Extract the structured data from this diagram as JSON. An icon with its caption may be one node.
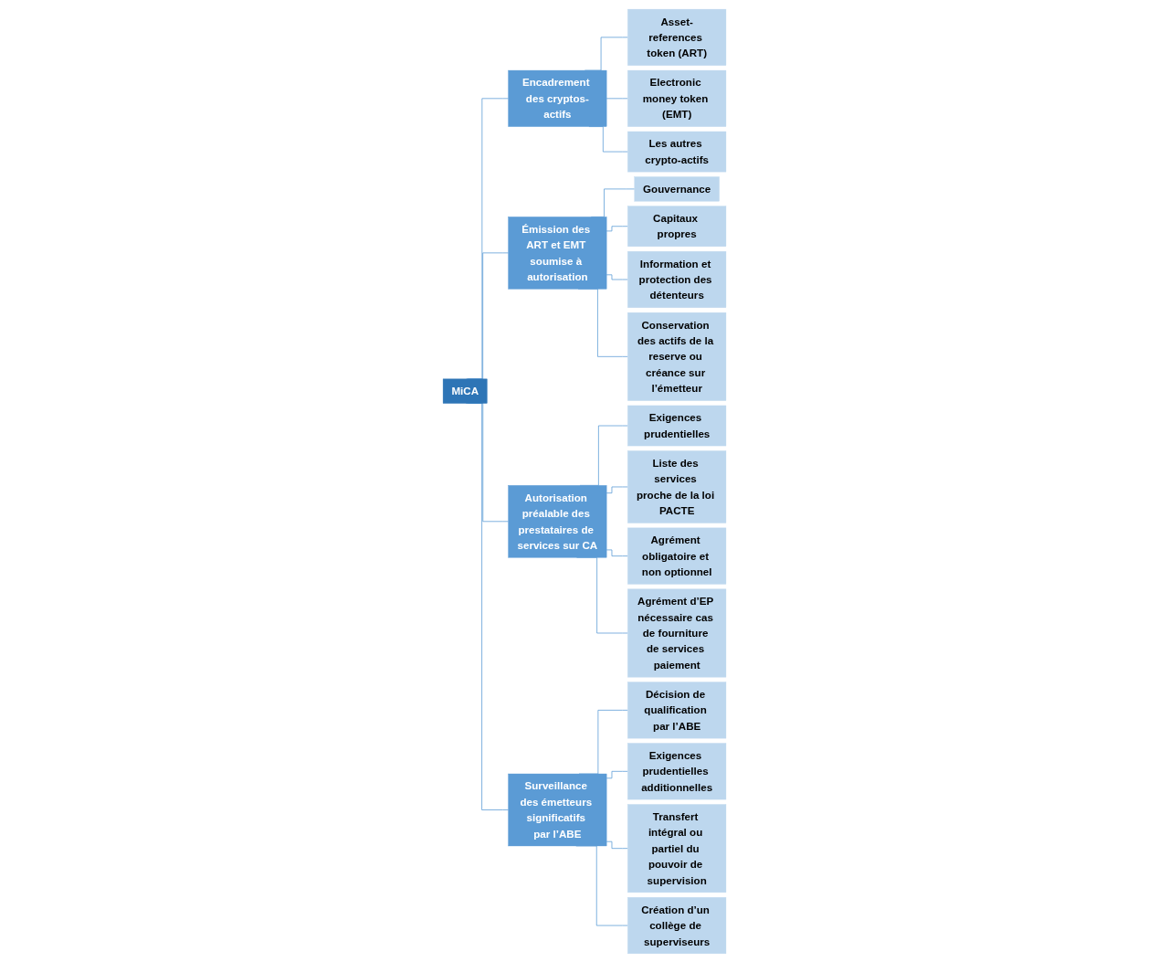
{
  "diagram": {
    "nodes": [
      {
        "text": [
          "MiCA"
        ]
      },
      {
        "text": [
          "Encadrement des cryptos-actifs"
        ]
      },
      {
        "text": [
          "Émission des ART et EMT soumise à autorisation"
        ]
      },
      {
        "text": [
          "Autorisation préalable des prestataires de services sur CA"
        ]
      },
      {
        "text": [
          "Surveillance des émetteurs significatifs par l’ABE"
        ]
      },
      {
        "text": [
          "Asset-references token (ART)"
        ]
      },
      {
        "text": [
          "Electronic money token (EMT)"
        ]
      },
      {
        "text": [
          "Les autres crypto-actifs"
        ]
      },
      {
        "text": [
          "Gouvernance"
        ]
      },
      {
        "text": [
          "Capitaux propres"
        ]
      },
      {
        "text": [
          "Information et protection des détenteurs"
        ]
      },
      {
        "text": [
          "Conservation des actifs de la reserve ou créance sur l’émetteur"
        ]
      },
      {
        "text": [
          "Exigences prudentielles"
        ]
      },
      {
        "text": [
          "Liste des services proche de la loi PACTE"
        ]
      },
      {
        "text": [
          "Agrément obligatoire et non optionnel"
        ]
      },
      {
        "text": [
          "Agrément d’EP nécessaire cas de fourniture de services paiement"
        ]
      },
      {
        "text": [
          "Décision de qualification par l’ABE"
        ]
      },
      {
        "text": [
          "Exigences prudentielles additionnelles"
        ]
      },
      {
        "text": [
          "Transfert intégral ou partiel du pouvoir de supervision"
        ]
      },
      {
        "text": [
          "Création d’un collège de superviseurs"
        ]
      }
    ],
    "edges": [
      {
        "from": 0,
        "to": 1,
        "arrow": "none"
      },
      {
        "from": 0,
        "to": 2,
        "arrow": "none"
      },
      {
        "from": 0,
        "to": 3,
        "arrow": "none"
      },
      {
        "from": 0,
        "to": 4,
        "arrow": "none"
      },
      {
        "from": 1,
        "to": 5,
        "arrow": "none"
      },
      {
        "from": 1,
        "to": 6,
        "arrow": "none"
      },
      {
        "from": 1,
        "to": 7,
        "arrow": "none"
      },
      {
        "from": 2,
        "to": 8,
        "arrow": "none"
      },
      {
        "from": 2,
        "to": 9,
        "arrow": "none"
      },
      {
        "from": 2,
        "to": 10,
        "arrow": "none"
      },
      {
        "from": 2,
        "to": 11,
        "arrow": "none"
      },
      {
        "from": 3,
        "to": 12,
        "arrow": "none"
      },
      {
        "from": 3,
        "to": 13,
        "arrow": "none"
      },
      {
        "from": 3,
        "to": 14,
        "arrow": "none"
      },
      {
        "from": 3,
        "to": 15,
        "arrow": "none"
      },
      {
        "from": 4,
        "to": 16,
        "arrow": "none"
      },
      {
        "from": 4,
        "to": 17,
        "arrow": "none"
      },
      {
        "from": 4,
        "to": 18,
        "arrow": "none"
      },
      {
        "from": 4,
        "to": 19,
        "arrow": "none"
      }
    ]
  }
}
